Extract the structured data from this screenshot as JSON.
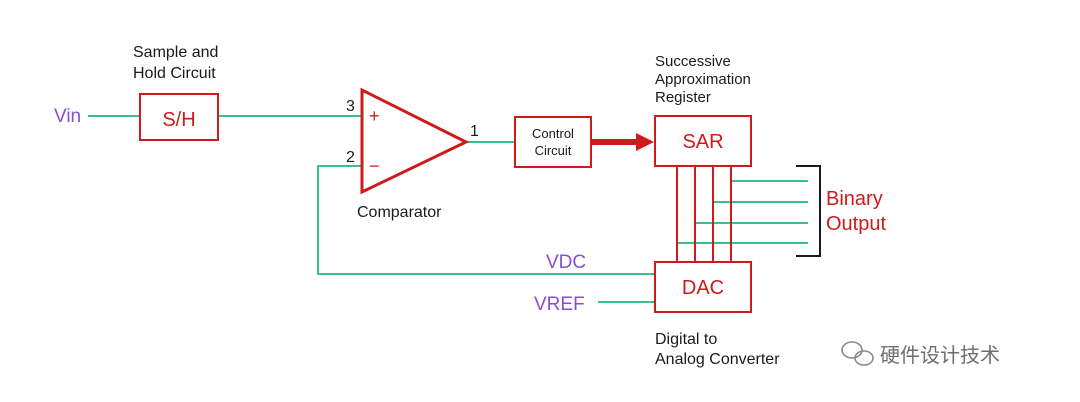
{
  "signals": {
    "vin": "Vin",
    "vdc": "VDC",
    "vref": "VREF"
  },
  "sample_hold": {
    "caption_line1": "Sample and",
    "caption_line2": "Hold Circuit",
    "label": "S/H"
  },
  "comparator": {
    "caption": "Comparator",
    "pin_plus": "3",
    "pin_minus": "2",
    "pin_out": "1",
    "plus_sign": "+",
    "minus_sign": "−"
  },
  "control": {
    "line1": "Control",
    "line2": "Circuit"
  },
  "sar": {
    "caption_line1": "Successive",
    "caption_line2": "Approximation",
    "caption_line3": "Register",
    "label": "SAR"
  },
  "dac": {
    "label": "DAC",
    "caption_line1": "Digital to",
    "caption_line2": "Analog Converter"
  },
  "output": {
    "line1": "Binary",
    "line2": "Output"
  },
  "watermark": {
    "text": "硬件设计技术"
  },
  "colors": {
    "wire": "#3bbf8e",
    "block": "#d01a1a",
    "signal": "#8a4fd0",
    "text": "#1a1a1a"
  }
}
